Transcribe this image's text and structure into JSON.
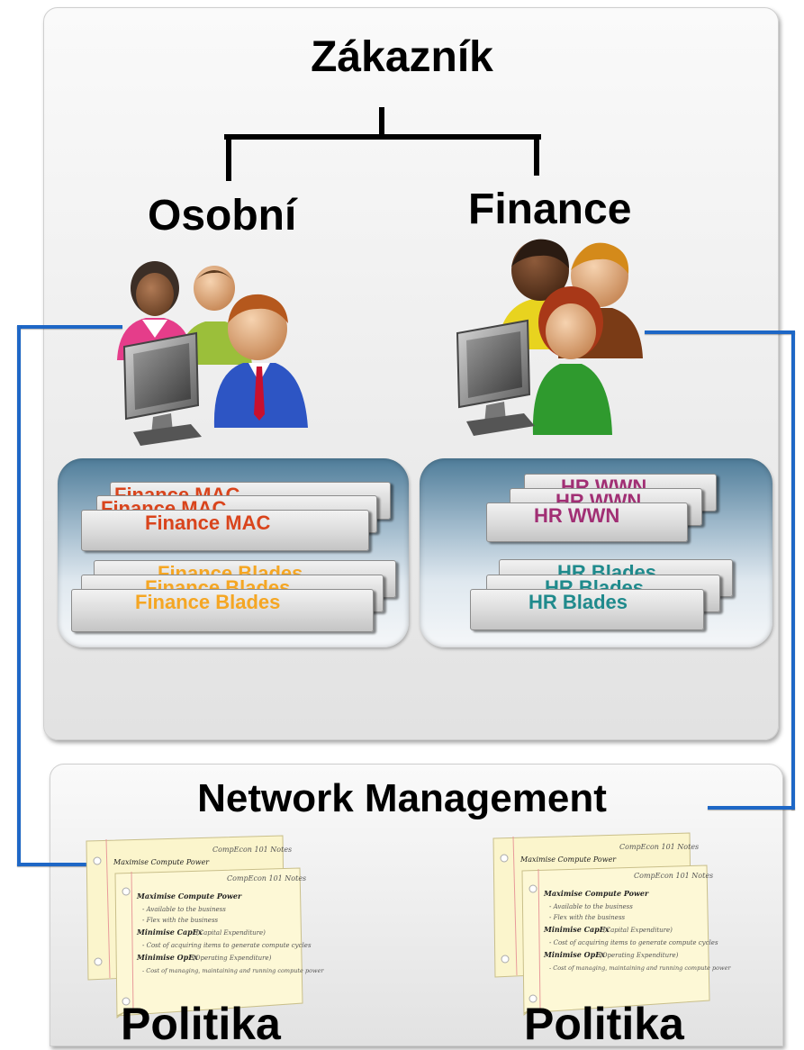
{
  "customer": {
    "title": "Zákazník"
  },
  "groups": {
    "left": {
      "title": "Osobní"
    },
    "right": {
      "title": "Finance"
    }
  },
  "profiles": {
    "left": {
      "mac_cards": [
        "Finance MAC",
        "Finance MAC",
        "Finance MAC"
      ],
      "blade_cards": [
        "Finance Blades",
        "Finance Blades",
        "Finance Blades"
      ]
    },
    "right": {
      "wwn_cards": [
        "HR WWN",
        "HR WWN",
        "HR WWN"
      ],
      "blade_cards": [
        "HR Blades",
        "HR Blades",
        "HR Blades"
      ]
    }
  },
  "network": {
    "title": "Network Management"
  },
  "policies": {
    "left": {
      "title": "Politika",
      "note": {
        "header": "CompEcon 101 Notes",
        "heading1": "Maximise Compute Power",
        "bullet1": "- Available to the business",
        "bullet2": "- Flex with the business",
        "heading2": "Minimise CapEx",
        "heading2_note": "(Capital Expenditure)",
        "bullet3": "- Cost of acquiring items to generate compute cycles",
        "heading3": "Minimise OpEx",
        "heading3_note": "(Operating Expenditure)",
        "bullet4": "- Cost of managing, maintaining and running compute power"
      }
    },
    "right": {
      "title": "Politika",
      "note": {
        "header": "CompEcon 101 Notes",
        "heading1": "Maximise Compute Power",
        "bullet1": "- Available to the business",
        "bullet2": "- Flex with the business",
        "heading2": "Minimise CapEx",
        "heading2_note": "(Capital Expenditure)",
        "bullet3": "- Cost of acquiring items to generate compute cycles",
        "heading3": "Minimise OpEx",
        "heading3_note": "(Operating Expenditure)",
        "bullet4": "- Cost of managing, maintaining and running compute power"
      }
    }
  },
  "colors": {
    "connector": "#1e67c6",
    "mac_text": "#d9441c",
    "blade_text_left": "#f5a623",
    "wwn_text": "#a12f74",
    "blade_text_right": "#1f8a8c"
  }
}
